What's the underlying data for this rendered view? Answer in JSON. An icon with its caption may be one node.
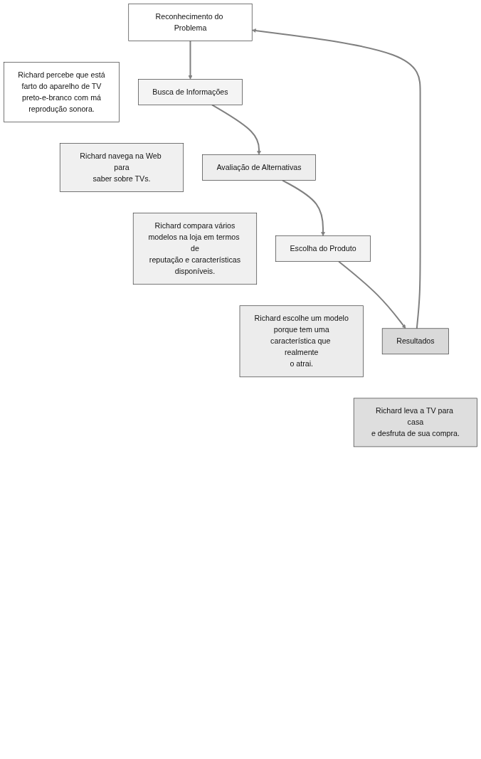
{
  "diagram": {
    "nodes": [
      {
        "text": [
          "Reconhecimento do Problema"
        ]
      },
      {
        "text": [
          "Richard percebe que está farto do aparelho de TV preto-e-branco com má reprodução sonora."
        ]
      },
      {
        "text": [
          "Busca de Informações"
        ]
      },
      {
        "text": [
          "Richard navega na Web para saber sobre TVs."
        ]
      },
      {
        "text": [
          "Avaliação de Alternativas"
        ]
      },
      {
        "text": [
          "Richard compara vários modelos na loja em termos de reputação e características disponíveis."
        ]
      },
      {
        "text": [
          "Escolha do Produto"
        ]
      },
      {
        "text": [
          "Richard escolhe um modelo porque tem uma característica que realmente o atrai."
        ]
      },
      {
        "text": [
          "Resultados"
        ]
      },
      {
        "text": [
          "Richard leva a TV para casa e desfruta de sua compra."
        ]
      }
    ],
    "edges": [
      {
        "from": 0,
        "to": 2,
        "arrow": "to"
      },
      {
        "from": 2,
        "to": 4,
        "arrow": "to"
      },
      {
        "from": 4,
        "to": 6,
        "arrow": "to"
      },
      {
        "from": 6,
        "to": 8,
        "arrow": "to"
      },
      {
        "from": 8,
        "to": 0,
        "arrow": "to"
      }
    ]
  }
}
